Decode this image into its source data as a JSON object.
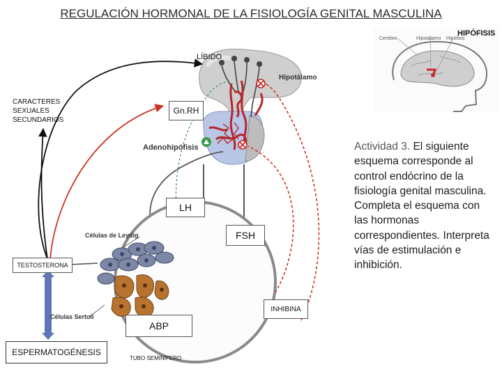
{
  "title": "REGULACIÓN HORMONAL DE LA FISIOLOGÍA GENITAL MASCULINA",
  "labels": {
    "hipofisis": "HIPÓFISIS",
    "cerebro": "Cerebro",
    "hipotalamo_small": "Hipotálamo",
    "hipofisis_small": "Hipófisis",
    "libido": "LÍBIDO",
    "caracteres": "CARACTERES",
    "sexuales": "SEXUALES",
    "secundarios": "SECUNDARIOS",
    "gnrh": "Gn.RH",
    "hipotalamo": "Hipotálamo",
    "adenohipofisis": "Adenohipófisis",
    "lh": "LH",
    "fsh": "FSH",
    "celulas_leydig": "Células de Leydig",
    "testosterona": "TESTOSTERONA",
    "celulas_sertoli": "Células Sertoli",
    "abp": "ABP",
    "inhibina": "INHIBINA",
    "espermatogenesis": "ESPERMATOGÉNESIS",
    "tubo_seminifero": "TUBO SEMINÍFERO"
  },
  "activity": {
    "prefix": "Actividad 3.",
    "text": " El siguiente esquema corresponde al control endócrino de la fisiología genital masculina. Completa el esquema con las hormonas correspondientes. Interpreta vías de estimulación e inhibición."
  },
  "colors": {
    "stimulation": "#111111",
    "inhibition_red": "#cc3322",
    "green_path": "#3a8a4a",
    "pituitary_blue": "#b9c6e6",
    "tubule_cells": "#b8742e"
  }
}
